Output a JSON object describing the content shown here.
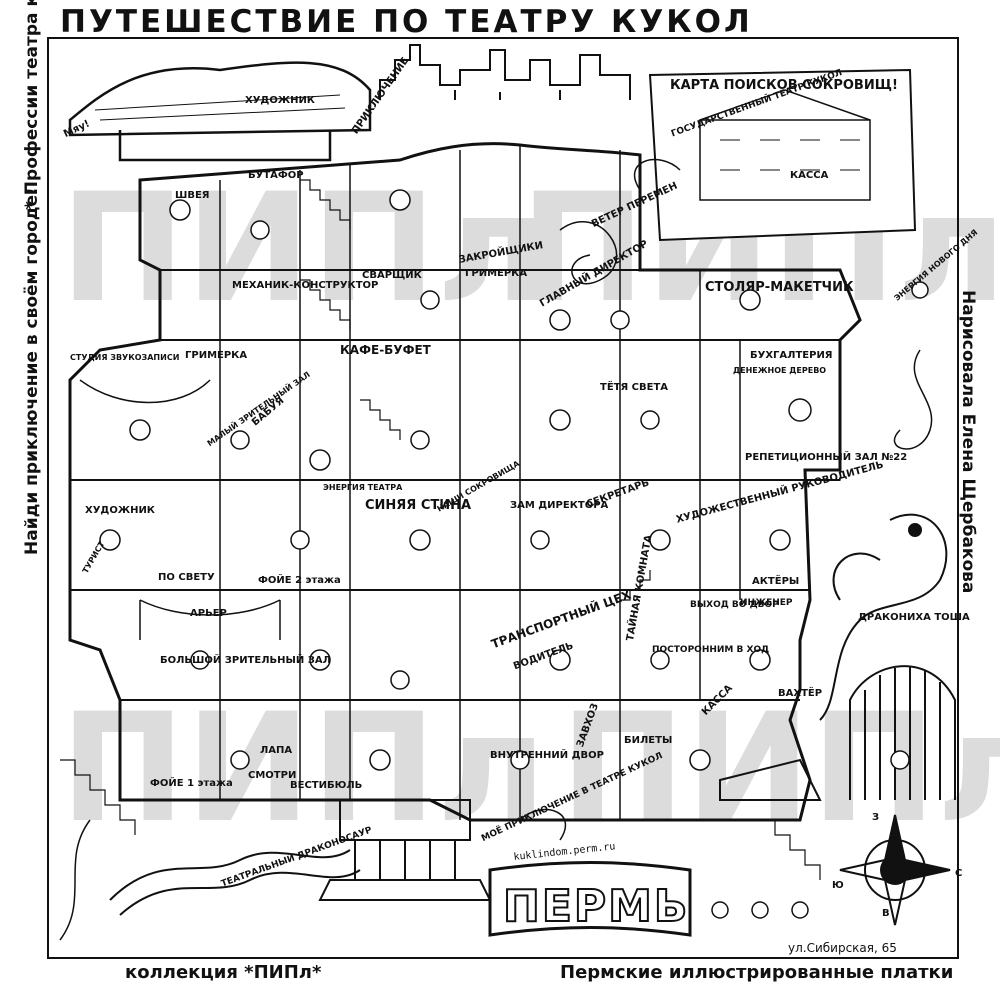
{
  "header": {
    "title": "ПУТЕШЕСТВИЕ ПО ТЕАТРУ КУКОЛ"
  },
  "sidebars": {
    "left": "Найди приключение в своём городе!",
    "left_top": "* Профессии театра кукол",
    "right": "Нарисовала Елена Щербакова"
  },
  "footer": {
    "left": "коллекция *ПИПл*",
    "right": "Пермские иллюстрированные платки"
  },
  "city": {
    "name": "ПЕРМЬ",
    "site": "kuklindom.perm.ru",
    "address": "ул.Сибирская, 65"
  },
  "map_labels": [
    "ХУДОЖНИК",
    "Мяу!",
    "ПРИКЛЮЧЕНИЕ",
    "БУТАФОР",
    "ШВЕЯ",
    "МЕХАНИК-КОНСТРУКТОР",
    "СВАРЩИК",
    "ЗАКРОЙЩИКИ",
    "ГРИМЕРКА",
    "ГЛАВНЫЙ ДИРЕКТОР",
    "СТОЛЯР-МАКЕТЧИК",
    "СТУДИЯ ЗВУКОЗАПИСИ",
    "ГРИМЕРКА",
    "КАФЕ-БУФЕТ",
    "ТЁТЯ СВЕТА",
    "БУХГАЛТЕРИЯ",
    "ДЕНЕЖНОЕ ДЕРЕВО",
    "МАЛЫЙ ЗРИТЕЛЬНЫЙ ЗАЛ",
    "БАБУЯ",
    "ЭНЕРГИЯ ТЕАТРА",
    "РЕПЕТИЦИОННЫЙ ЗАЛ №22",
    "ХУДОЖНИК",
    "СИНЯЯ СТИНА",
    "НАШИ СОКРОВИЩА",
    "ЗАМ ДИРЕКТОРА",
    "СЕКРЕТАРЬ",
    "ХУДОЖЕСТВЕННЫЙ РУКОВОДИТЕЛЬ",
    "ТУРИСТ",
    "ПО СВЕТУ",
    "ФОЙЕ 2 этажа",
    "АКТЁРЫ",
    "АРЬЕР",
    "БОЛЬШОЙ ЗРИТЕЛЬНЫЙ ЗАЛ",
    "ТРАНСПОРТНЫЙ ЦЕХ",
    "ВОДИТЕЛЬ",
    "ТАЙНАЯ КОМНАТА",
    "ПОСТОРОННИМ В ХОД",
    "ВЫХОД ВО ДВОР",
    "ИНЖЕНЕР",
    "ДРАКОНИХА ТОША",
    "ВАХТЁР",
    "КАССА",
    "БИЛЕТЫ",
    "ВНУТРЕННИЙ ДВОР",
    "ЗАВХОЗ",
    "ФОЙЕ 1 этажа",
    "СМОТРИ",
    "ВЕСТИБЮЛЬ",
    "ЛАПА",
    "МОЁ ПРИКЛЮЧЕНИЕ В ТЕАТРЕ КУКОЛ",
    "ТЕАТРАЛЬНЫЙ ДРАКОНОСАУР",
    "КАРТА ПОИСКОВ СОКРОВИЩ!",
    "ГОСУДАРСТВЕННЫЙ ТЕАТР КУКОЛ",
    "ВЕТЕР ПЕРЕМЕН",
    "ЭНЕРГИЯ НОВОГО ДНЯ",
    "КАССА",
    "З",
    "В",
    "Ю",
    "С"
  ],
  "colors": {
    "ink": "#111111",
    "paper": "#ffffff",
    "watermark": "#d9d9d9"
  }
}
